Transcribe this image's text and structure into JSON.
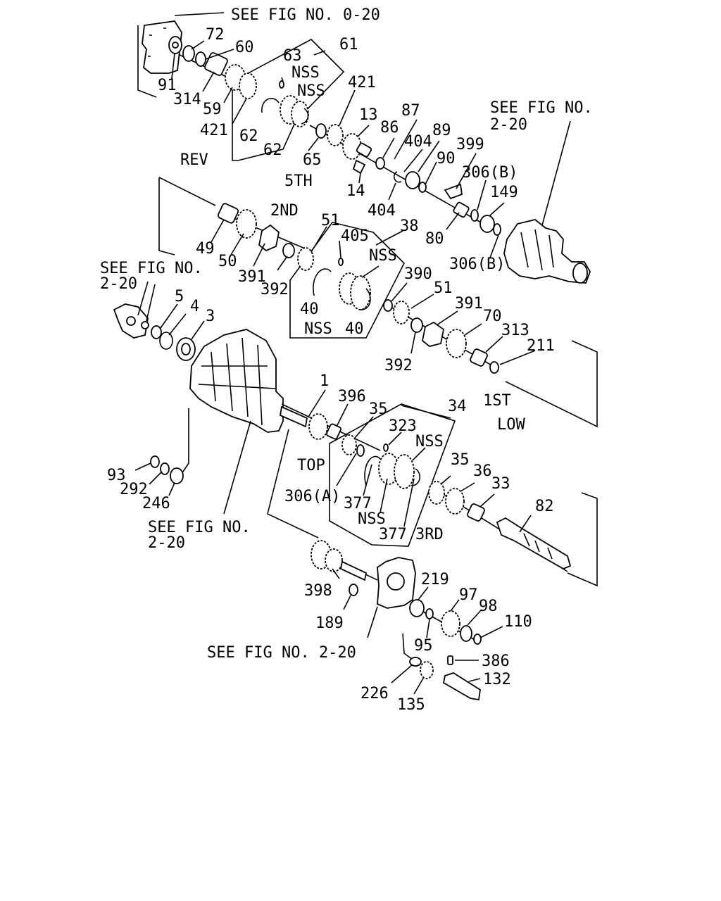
{
  "callouts": {
    "see_fig_0_20": "SEE FIG NO. 0-20",
    "see_fig_top_right_1": "SEE FIG NO.",
    "see_fig_top_right_2": "2-20",
    "see_fig_left_1": "SEE FIG NO.",
    "see_fig_left_2": "2-20",
    "see_fig_bottom_left_1": "SEE FIG NO.",
    "see_fig_bottom_left_2": "2-20",
    "see_fig_bottom": "SEE FIG NO. 2-20"
  },
  "gear_labels": {
    "rev": "REV",
    "fifth": "5TH",
    "second": "2ND",
    "first": "1ST",
    "low": "LOW",
    "top": "TOP",
    "third": "3RD"
  },
  "part_numbers": {
    "p72": "72",
    "p60": "60",
    "p61": "61",
    "p63": "63",
    "p91": "91",
    "p314": "314",
    "p59": "59",
    "p421a": "421",
    "p421b": "421",
    "p62a": "62",
    "p62b": "62",
    "p13": "13",
    "p87": "87",
    "p86": "86",
    "p65": "65",
    "p14": "14",
    "p404a": "404",
    "p404b": "404",
    "p89": "89",
    "p90": "90",
    "p399": "399",
    "p306b1": "306(B)",
    "p149": "149",
    "p306b2": "306(B)",
    "p80": "80",
    "p49": "49",
    "p50": "50",
    "p391a": "391",
    "p392a": "392",
    "p51a": "51",
    "p405": "405",
    "p38": "38",
    "p40a": "40",
    "p40b": "40",
    "p390": "390",
    "p51b": "51",
    "p391b": "391",
    "p392b": "392",
    "p70": "70",
    "p313": "313",
    "p211": "211",
    "p5": "5",
    "p4": "4",
    "p3": "3",
    "p1": "1",
    "p396": "396",
    "p35a": "35",
    "p34": "34",
    "p323": "323",
    "p306a": "306(A)",
    "p377a": "377",
    "p377b": "377",
    "p35b": "35",
    "p36": "36",
    "p33": "33",
    "p82": "82",
    "p93": "93",
    "p292": "292",
    "p246": "246",
    "p398": "398",
    "p189": "189",
    "p219": "219",
    "p97": "97",
    "p98": "98",
    "p110": "110",
    "p95": "95",
    "p386": "386",
    "p132": "132",
    "p226": "226",
    "p135": "135"
  },
  "nss": {
    "n1": "NSS",
    "n2": "NSS",
    "n3": "NSS",
    "n4": "NSS",
    "n5": "NSS",
    "n6": "NSS"
  }
}
